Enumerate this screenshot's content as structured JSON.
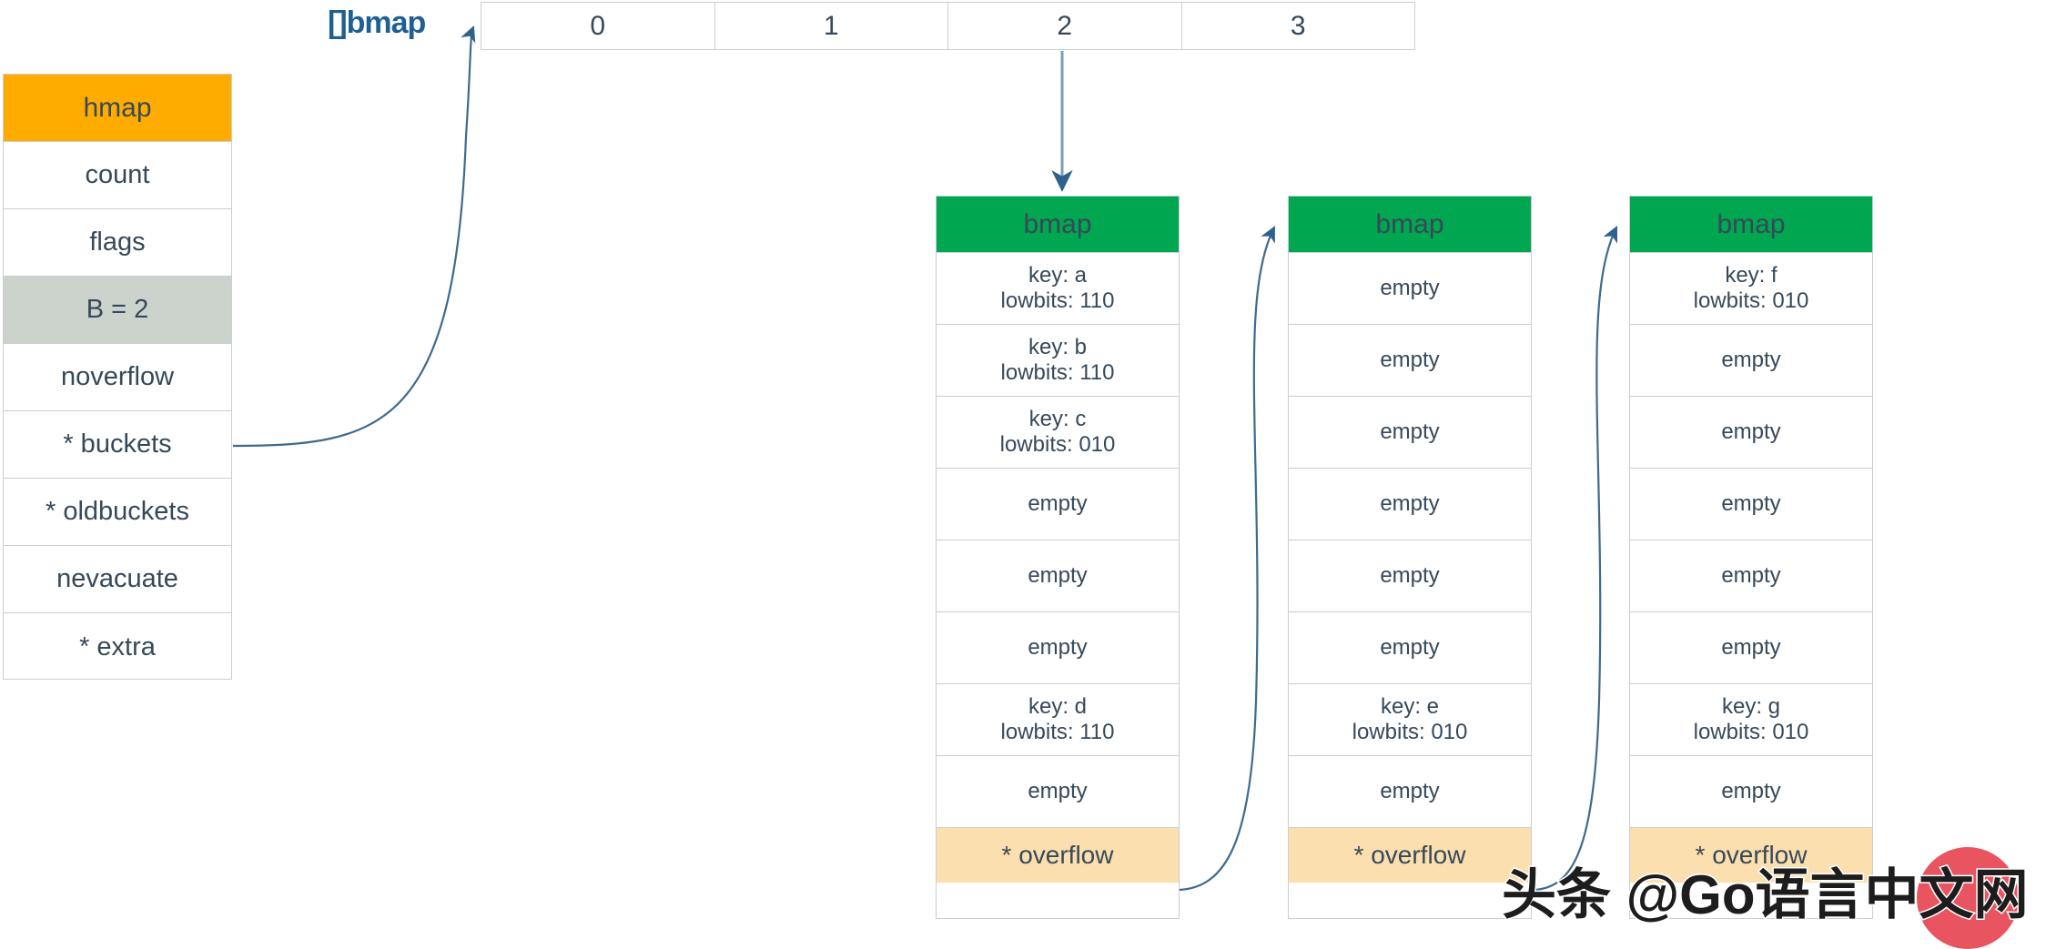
{
  "colors": {
    "hmap_header_bg": "#ffab00",
    "hmap_accent_bg": "#ccd3cc",
    "bmap_header_bg": "#00a650",
    "overflow_bg": "#fcdfae",
    "text": "#36495a",
    "border": "#c9ced4",
    "connector": "#3f6a8c",
    "slice_label": "#1f5f94",
    "watermark_dot": "#e8545f"
  },
  "hmap_struct": {
    "title": "hmap",
    "fields": [
      {
        "label": "count",
        "highlight": false
      },
      {
        "label": "flags",
        "highlight": false
      },
      {
        "label": "B = 2",
        "highlight": true
      },
      {
        "label": "noverflow",
        "highlight": false
      },
      {
        "label": "* buckets",
        "highlight": false
      },
      {
        "label": "* oldbuckets",
        "highlight": false
      },
      {
        "label": "nevacuate",
        "highlight": false
      },
      {
        "label": "* extra",
        "highlight": false
      }
    ]
  },
  "bucket_array": {
    "label": "[]bmap",
    "cells": [
      "0",
      "1",
      "2",
      "3"
    ]
  },
  "bmap_columns": [
    {
      "title": "bmap",
      "slots": [
        "key: a\nlowbits: 110",
        "key: b\nlowbits: 110",
        "key: c\nlowbits: 010",
        "empty",
        "empty",
        "empty",
        "key: d\nlowbits: 110",
        "empty"
      ],
      "overflow": "* overflow"
    },
    {
      "title": "bmap",
      "slots": [
        "empty",
        "empty",
        "empty",
        "empty",
        "empty",
        "empty",
        "key: e\nlowbits: 010",
        "empty"
      ],
      "overflow": "* overflow"
    },
    {
      "title": "bmap",
      "slots": [
        "key: f\nlowbits: 010",
        "empty",
        "empty",
        "empty",
        "empty",
        "empty",
        "key: g\nlowbits: 010",
        "empty"
      ],
      "overflow": "* overflow"
    }
  ],
  "watermark": {
    "text": "头条 @Go语言中文网"
  }
}
